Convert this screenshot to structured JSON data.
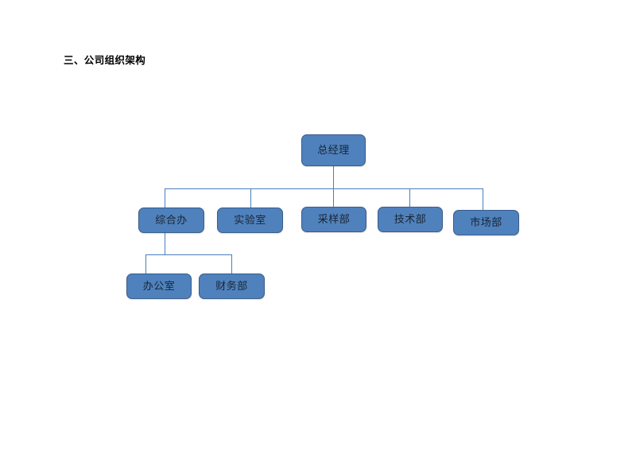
{
  "document": {
    "title": "三、公司组织架构"
  },
  "colors": {
    "node_fill": "#4F81BD",
    "node_border": "#385D8A",
    "connector": "#4A7EBB",
    "background": "#ffffff",
    "text": "#1a2533"
  },
  "org_chart": {
    "type": "org-chart",
    "root": {
      "id": "general-manager",
      "label": "总经理"
    },
    "level2": [
      {
        "id": "general-affairs-office",
        "label": "综合办"
      },
      {
        "id": "laboratory",
        "label": "实验室"
      },
      {
        "id": "sampling-department",
        "label": "采样部"
      },
      {
        "id": "technology-department",
        "label": "技术部"
      },
      {
        "id": "marketing-department",
        "label": "市场部"
      }
    ],
    "level3": [
      {
        "id": "office",
        "label": "办公室",
        "parent": "general-affairs-office"
      },
      {
        "id": "finance-department",
        "label": "财务部",
        "parent": "general-affairs-office"
      }
    ]
  }
}
